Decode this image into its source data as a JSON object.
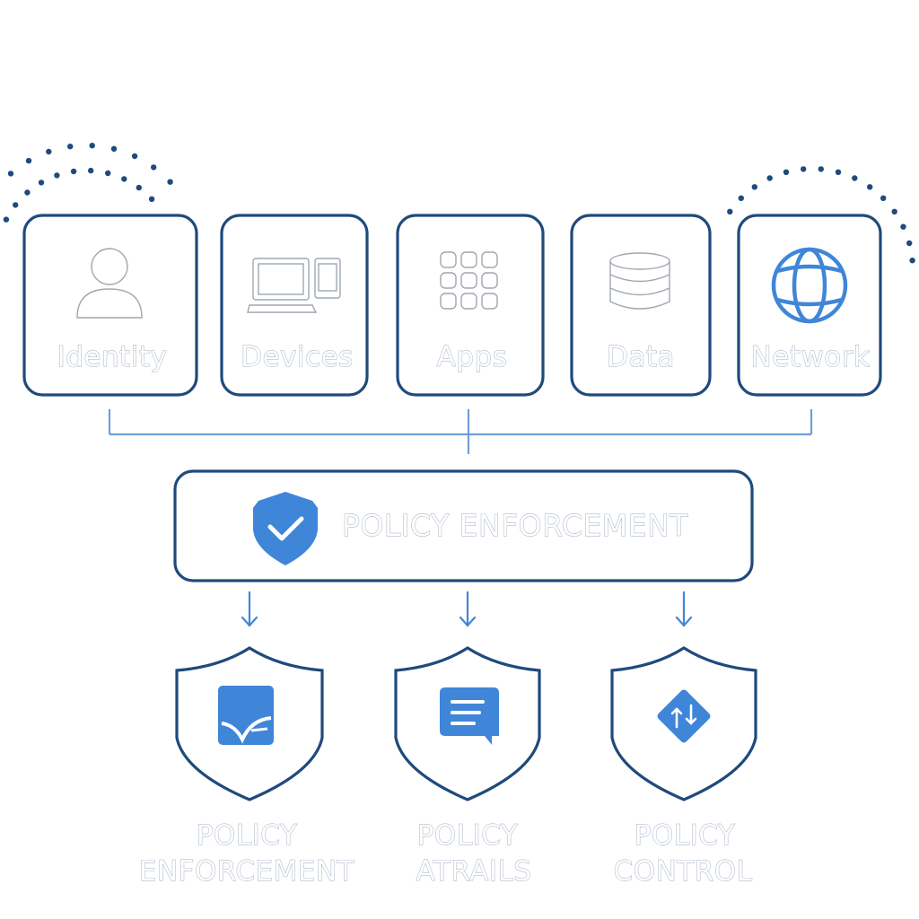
{
  "sources": [
    {
      "label": "Identity",
      "icon": "user-icon"
    },
    {
      "label": "Devices",
      "icon": "computer-devices-icon"
    },
    {
      "label": "Apps",
      "icon": "app-grid-icon"
    },
    {
      "label": "Data",
      "icon": "database-icon"
    },
    {
      "label": "Network",
      "icon": "globe-icon"
    }
  ],
  "central": {
    "label": "POLICY ENFORCEMENT",
    "icon": "shield-check-icon"
  },
  "outputs": [
    {
      "line1": "POLICY",
      "line2": "ENFORCEMENT",
      "icon": "enforcement-icon"
    },
    {
      "line1": "POLICY",
      "line2": "ATRAILS",
      "icon": "document-lines-icon"
    },
    {
      "line1": "POLICY",
      "line2": "CONTROL",
      "icon": "diamond-arrows-icon"
    }
  ],
  "colors": {
    "accent": "#3f86d8",
    "outline": "#1f4a7c",
    "connector": "#6f9fd6"
  }
}
